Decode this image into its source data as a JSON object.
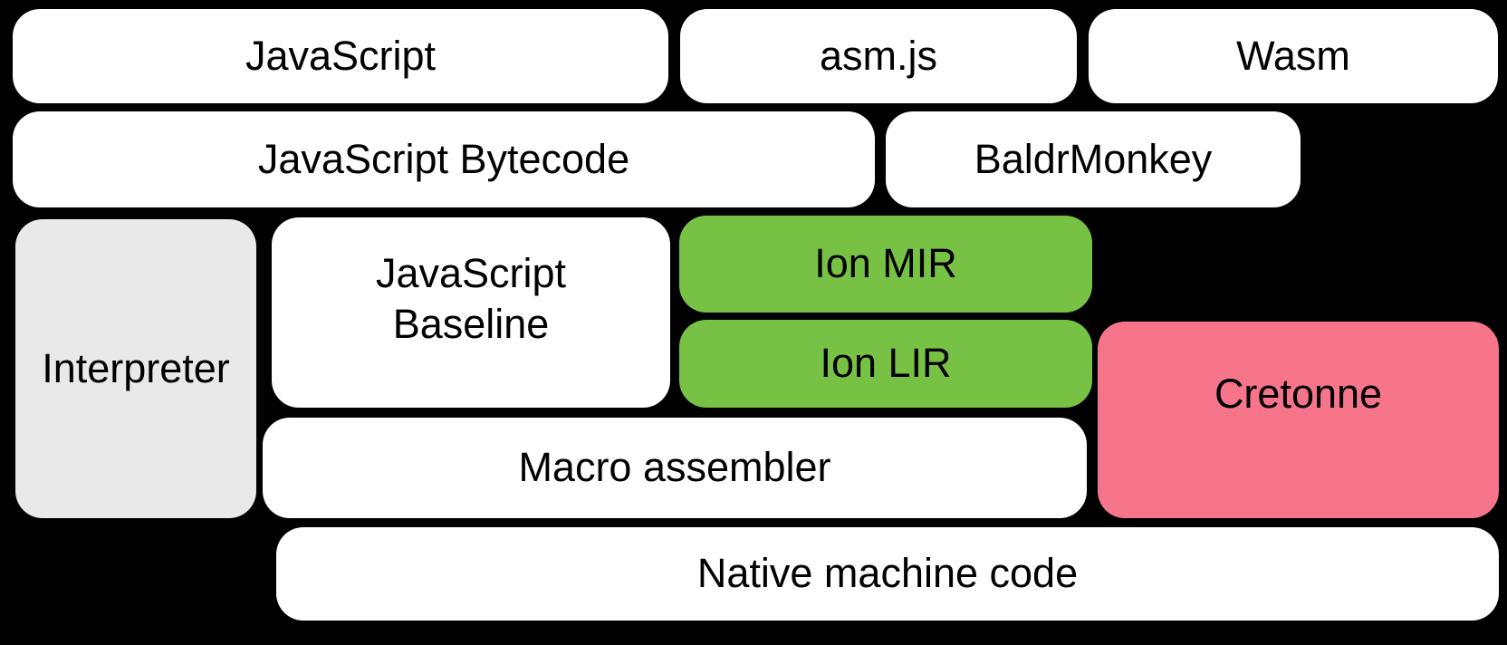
{
  "colors": {
    "background": "#000000",
    "white": "#ffffff",
    "gray": "#e9e9e9",
    "green": "#77c245",
    "pink": "#f7758a",
    "text": "#000000"
  },
  "boxes": {
    "javascript": {
      "label": "JavaScript"
    },
    "asmjs": {
      "label": "asm.js"
    },
    "wasm": {
      "label": "Wasm"
    },
    "bytecode": {
      "label": "JavaScript Bytecode"
    },
    "baldrmonkey": {
      "label": "BaldrMonkey"
    },
    "interpreter": {
      "label": "Interpreter"
    },
    "baseline": {
      "label": "JavaScript Baseline",
      "line1": "JavaScript",
      "line2": "Baseline"
    },
    "ion_mir": {
      "label": "Ion MIR"
    },
    "ion_lir": {
      "label": "Ion LIR"
    },
    "cretonne": {
      "label": "Cretonne"
    },
    "macro_assembler": {
      "label": "Macro assembler"
    },
    "native_machine_code": {
      "label": "Native machine code"
    }
  }
}
